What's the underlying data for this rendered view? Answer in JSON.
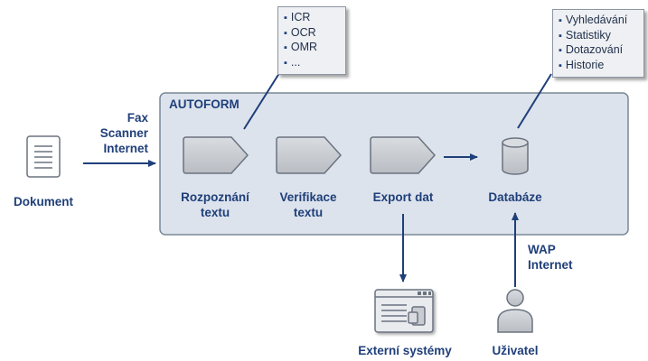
{
  "document_label": "Dokument",
  "input_channels": [
    "Fax",
    "Scanner",
    "Internet"
  ],
  "system_title": "AUTOFORM",
  "steps": [
    {
      "lines": [
        "Rozpoznání",
        "textu"
      ]
    },
    {
      "lines": [
        "Verifikace",
        "textu"
      ]
    },
    {
      "lines": [
        "Export dat"
      ]
    }
  ],
  "database_label": "Databáze",
  "recognition_methods": [
    "ICR",
    "OCR",
    "OMR",
    "..."
  ],
  "database_functions": [
    "Vyhledávání",
    "Statistiky",
    "Dotazování",
    "Historie"
  ],
  "external_label": "Externí systémy",
  "user_channels": [
    "WAP",
    "Internet"
  ],
  "user_label": "Uživatel",
  "colors": {
    "label": "#1f3f7a",
    "arrow": "#1f3f7a",
    "system_fill": "#dde3ec",
    "system_stroke": "#7a8796",
    "shape_fill": "#c8cbd0",
    "shape_stroke": "#6b7380"
  }
}
